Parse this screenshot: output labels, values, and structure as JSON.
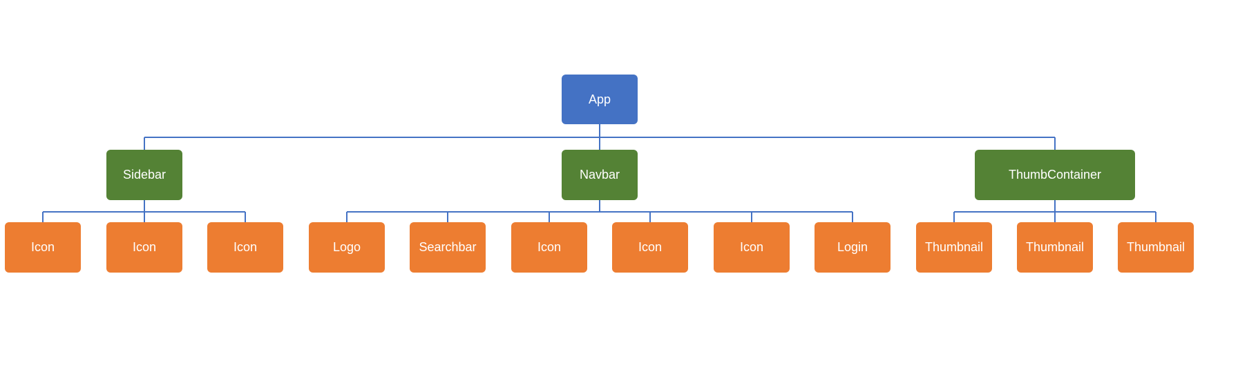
{
  "colors": {
    "root": "#4472C4",
    "container": "#548235",
    "leaf": "#ED7D31",
    "connector": "#4472C4"
  },
  "tree": {
    "root": {
      "label": "App"
    },
    "containers": [
      {
        "label": "Sidebar",
        "children": [
          "Icon",
          "Icon",
          "Icon"
        ]
      },
      {
        "label": "Navbar",
        "children": [
          "Logo",
          "Searchbar",
          "Icon",
          "Icon",
          "Icon",
          "Login"
        ]
      },
      {
        "label": "ThumbContainer",
        "children": [
          "Thumbnail",
          "Thumbnail",
          "Thumbnail"
        ]
      }
    ]
  }
}
